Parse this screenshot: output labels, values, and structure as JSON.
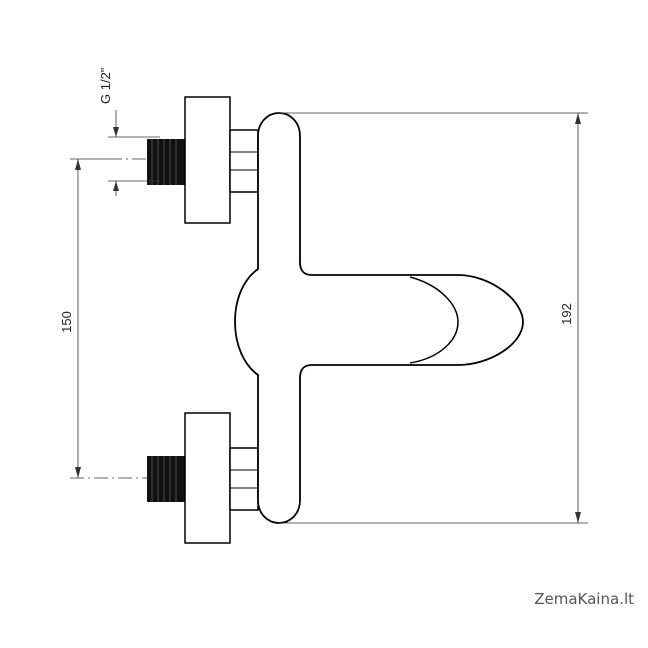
{
  "dimensions": {
    "thread_label": "G 1/2\"",
    "center_distance": "150",
    "total_height": "192"
  },
  "watermark": "ZemaKaina.lt",
  "colors": {
    "outline": "#000000",
    "thread_fill": "#111111",
    "dimension_line": "#333333"
  }
}
